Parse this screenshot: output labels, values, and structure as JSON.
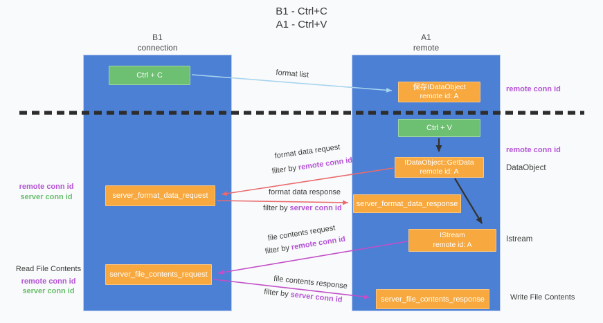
{
  "title": {
    "line1": "B1 - Ctrl+C",
    "line2": "A1 - Ctrl+V"
  },
  "columns": {
    "left": {
      "title": "B1",
      "subtitle": "connection"
    },
    "right": {
      "title": "A1",
      "subtitle": "remote"
    }
  },
  "boxes": {
    "ctrl_c": {
      "label": "Ctrl + C"
    },
    "ctrl_v": {
      "label": "Ctrl + V"
    },
    "save_dataobject": {
      "line1": "保存IDataObject",
      "line2": "remote id: A"
    },
    "getdata": {
      "line1": "IDataObject::GetData",
      "line2": "remote id: A"
    },
    "istream": {
      "line1": "IStream",
      "line2": "remote id: A"
    },
    "format_request": {
      "label": "server_format_data_request"
    },
    "format_response": {
      "label": "server_format_data_response"
    },
    "file_request": {
      "label": "server_file_contents_request"
    },
    "file_response": {
      "label": "server_file_contents_response"
    }
  },
  "arrow_labels": {
    "format_list": "format list",
    "format_data_request": "format data request",
    "format_data_response": "format data response",
    "file_contents_request": "file contents request",
    "file_contents_response": "file contents response",
    "filter_by": "filter by",
    "remote_conn_id": "remote conn id",
    "server_conn_id": "server conn id"
  },
  "side_labels": {
    "remote_conn_id": "remote conn id",
    "server_conn_id": "server conn id",
    "dataobject": "DataObject",
    "istream": "Istream",
    "read_file_contents": "Read File Contents",
    "write_file_contents": "Write File Contents"
  },
  "colors": {
    "column_blue": "#4c80d5",
    "box_orange": "#f7a83e",
    "box_green": "#6dbf72",
    "arrow_light_blue": "#a8d4ee",
    "arrow_red": "#e96a6c",
    "arrow_magenta": "#c24fc9",
    "arrow_black": "#333333",
    "dashed_line": "#2d2d2d",
    "text_purple": "#b455d5",
    "text_green": "#67bd6b"
  }
}
